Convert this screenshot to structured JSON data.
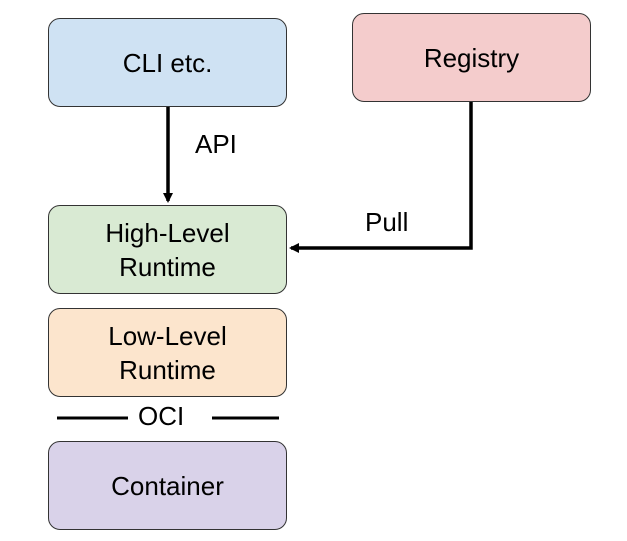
{
  "boxes": {
    "cli": {
      "label": "CLI etc.",
      "color": "#cfe2f3"
    },
    "registry": {
      "label": "Registry",
      "color": "#f4cccc"
    },
    "high_level": {
      "label_line1": "High-Level",
      "label_line2": "Runtime",
      "color": "#d9ead3"
    },
    "low_level": {
      "label_line1": "Low-Level",
      "label_line2": "Runtime",
      "color": "#fce5cd"
    },
    "container": {
      "label": "Container",
      "color": "#d9d2e9"
    }
  },
  "edges": {
    "api_label": "API",
    "pull_label": "Pull"
  },
  "separator": {
    "label": "OCI"
  }
}
